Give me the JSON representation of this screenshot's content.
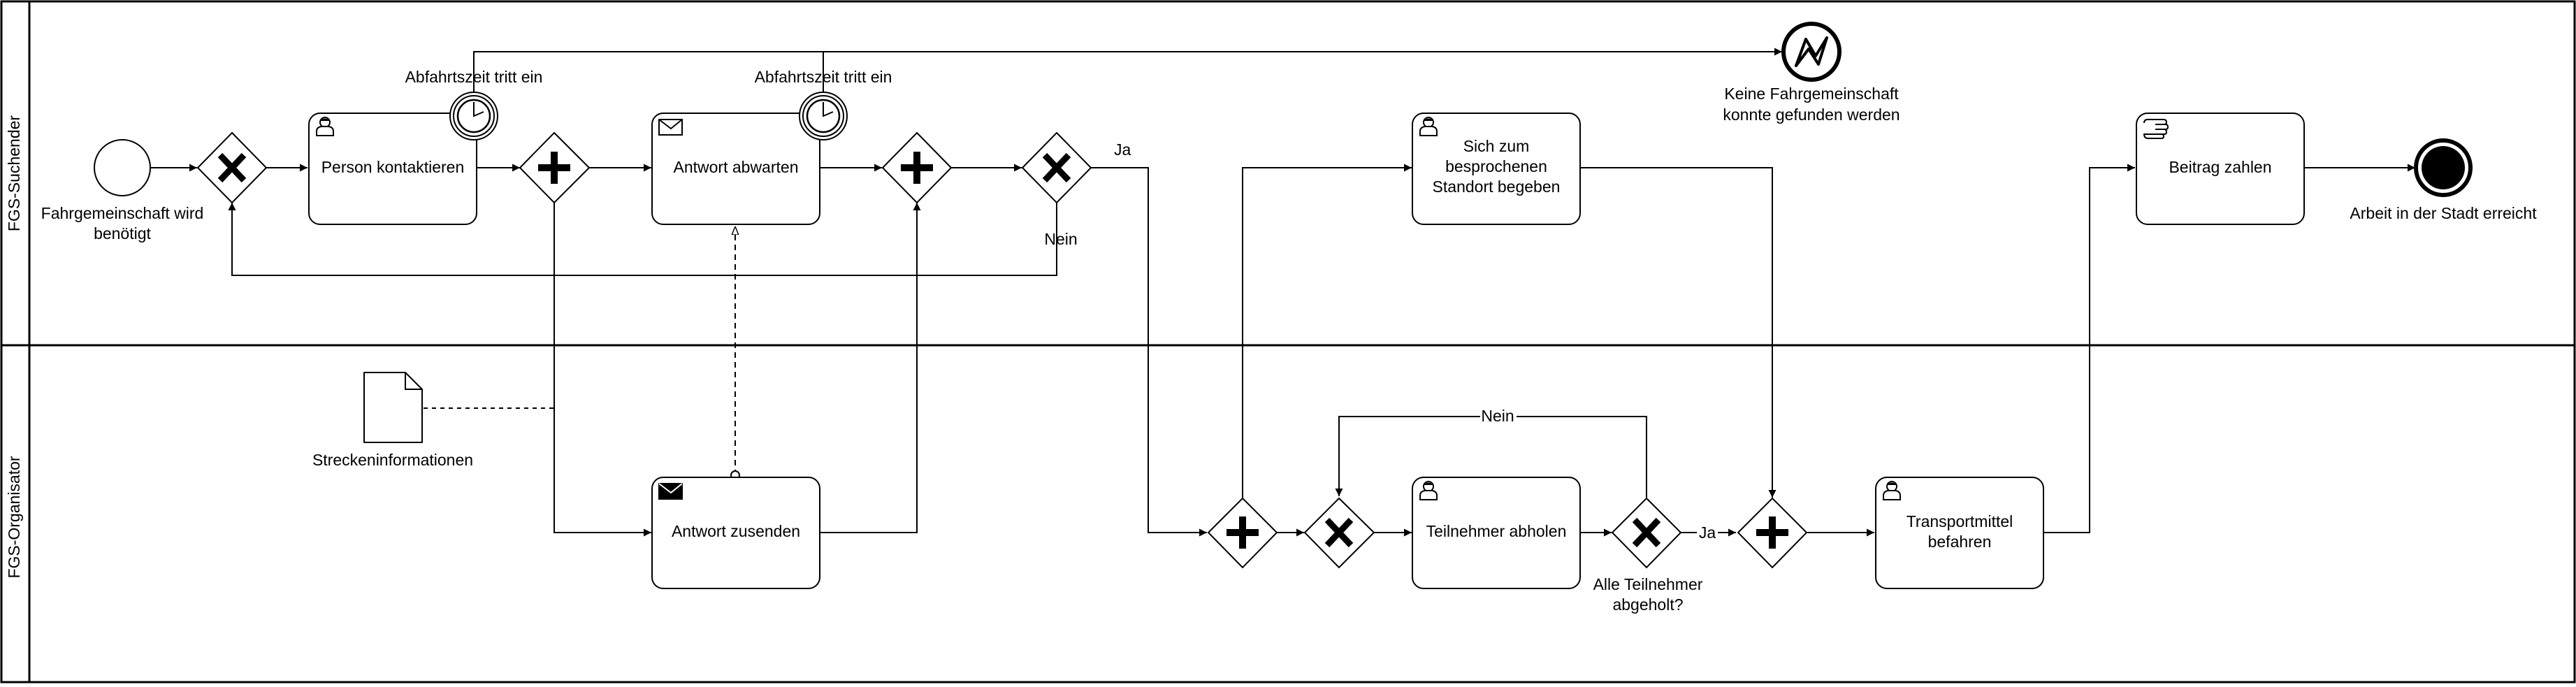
{
  "lanes": {
    "top": "FGS-Suchender",
    "bottom": "FGS-Organisator"
  },
  "events": {
    "start_line1": "Fahrgemeinschaft wird",
    "start_line2": "benötigt",
    "end": "Arbeit in der Stadt erreicht",
    "error_line1": "Keine Fahrgemeinschaft",
    "error_line2": "konnte gefunden werden",
    "timer1": "Abfahrtszeit tritt ein",
    "timer2": "Abfahrtszeit tritt ein"
  },
  "tasks": {
    "contact": "Person kontaktieren",
    "await": "Antwort abwarten",
    "goto_line1": "Sich zum",
    "goto_line2": "besprochenen",
    "goto_line3": "Standort begeben",
    "pay": "Beitrag zahlen",
    "send": "Antwort zusenden",
    "pickup": "Teilnehmer abholen",
    "drive_line1": "Transportmittel",
    "drive_line2": "befahren"
  },
  "data_object": "Streckeninformationen",
  "flow_labels": {
    "ja_top": "Ja",
    "nein_top": "Nein",
    "nein_bottom": "Nein",
    "ja_bottom": "Ja",
    "gateway_q_line1": "Alle Teilnehmer",
    "gateway_q_line2": "abgeholt?"
  }
}
